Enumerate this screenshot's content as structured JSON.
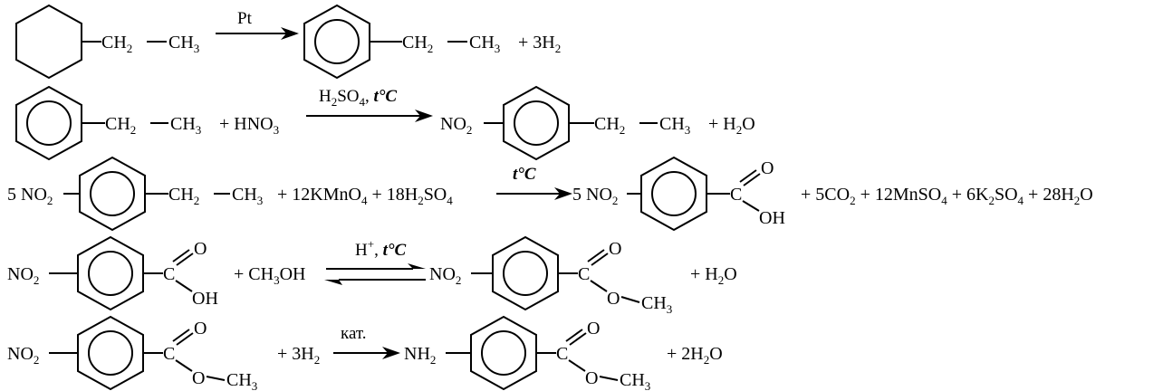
{
  "reactions": [
    {
      "reactant_chain": {
        "ch2": "CH",
        "ch2_sub": "2",
        "ch3": "CH",
        "ch3_sub": "3"
      },
      "condition": "Pt",
      "product_chain": {
        "ch2": "CH",
        "ch2_sub": "2",
        "ch3": "CH",
        "ch3_sub": "3"
      },
      "byproduct": {
        "plus": "+",
        "coef": "3H",
        "sub": "2"
      }
    },
    {
      "reactant_chain": {
        "ch2": "CH",
        "ch2_sub": "2",
        "ch3": "CH",
        "ch3_sub": "3"
      },
      "reagent": {
        "plus": "+",
        "main": "HNO",
        "sub": "3"
      },
      "condition": {
        "h": "H",
        "h_sub": "2",
        "so": "SO",
        "so_sub": "4",
        "comma": ",",
        "temp": "t°C"
      },
      "product_left": {
        "main": "NO",
        "sub": "2"
      },
      "product_chain": {
        "ch2": "CH",
        "ch2_sub": "2",
        "ch3": "CH",
        "ch3_sub": "3"
      },
      "byproduct": {
        "plus": "+",
        "main": "H",
        "sub": "2",
        "end": "O"
      }
    },
    {
      "coef": "5",
      "reactant_left": {
        "main": "NO",
        "sub": "2"
      },
      "reactant_chain": {
        "ch2": "CH",
        "ch2_sub": "2",
        "ch3": "CH",
        "ch3_sub": "3"
      },
      "reagents": {
        "plus1": "+",
        "kmno": "12KMnO",
        "kmno_sub": "4",
        "plus2": "+",
        "h": "18H",
        "h_sub": "2",
        "so": "SO",
        "so_sub": "4"
      },
      "condition": "t°C",
      "product_coef": "5",
      "product_left": {
        "main": "NO",
        "sub": "2"
      },
      "acid": {
        "c": "C",
        "o": "O",
        "oh": "OH"
      },
      "byproducts": {
        "plus1": "+",
        "co": "5CO",
        "co_sub": "2",
        "plus2": "+",
        "mn": "12MnSO",
        "mn_sub": "4",
        "plus3": "+",
        "k": "6K",
        "k_sub": "2",
        "kso": "SO",
        "kso_sub": "4",
        "plus4": "+",
        "w": "28H",
        "w_sub": "2",
        "w_end": "O"
      }
    },
    {
      "reactant_left": {
        "main": "NO",
        "sub": "2"
      },
      "acid": {
        "c": "C",
        "o": "O",
        "oh": "OH"
      },
      "reagent": {
        "plus": "+",
        "pre": "CH",
        "sub": "3",
        "post": "OH"
      },
      "condition": {
        "h": "H",
        "sup": "+",
        "comma": ",",
        "temp": "t°C"
      },
      "product_left": {
        "main": "NO",
        "sub": "2"
      },
      "ester": {
        "c": "C",
        "o": "O",
        "o2": "O",
        "ch": "CH",
        "ch_sub": "3"
      },
      "byproduct": {
        "plus": "+",
        "main": "H",
        "sub": "2",
        "end": "O"
      }
    },
    {
      "reactant_left": {
        "main": "NO",
        "sub": "2"
      },
      "ester": {
        "c": "C",
        "o": "O",
        "o2": "O",
        "ch": "CH",
        "ch_sub": "3"
      },
      "reagent": {
        "plus": "+",
        "main": "3H",
        "sub": "2"
      },
      "condition": "кат.",
      "product_left": {
        "main": "NH",
        "sub": "2"
      },
      "product_ester": {
        "c": "C",
        "o": "O",
        "o2": "O",
        "ch": "CH",
        "ch_sub": "3"
      },
      "byproduct": {
        "plus": "+",
        "main": "2H",
        "sub": "2",
        "end": "O"
      }
    }
  ]
}
